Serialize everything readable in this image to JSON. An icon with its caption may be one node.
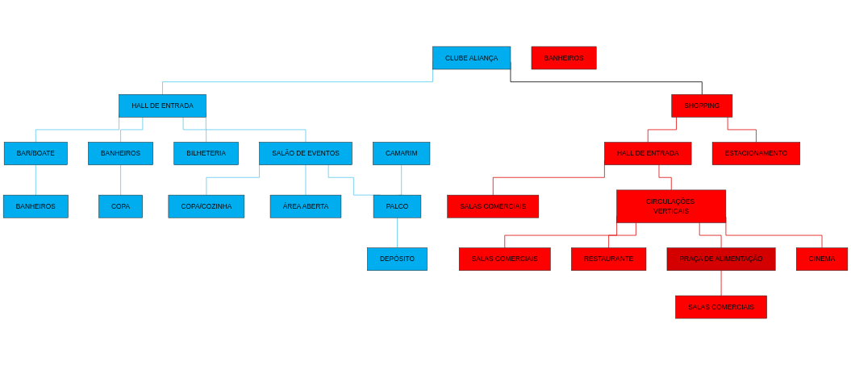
{
  "diagram": {
    "nodes": [
      {
        "text": [
          "CLUBE ALIANÇA"
        ]
      },
      {
        "text": [
          "SHOPPING"
        ]
      },
      {
        "text": [
          "BANHEIROS"
        ]
      },
      {
        "text": [
          "BAR/BOATE"
        ]
      },
      {
        "text": [
          "ESTACIONAMENTO"
        ]
      },
      {
        "text": [
          "COPA"
        ]
      },
      {
        "text": [
          "BANHEIROS"
        ]
      },
      {
        "text": [
          "HALL DE ENTRADA"
        ]
      },
      {
        "text": [
          "BILHETERIA"
        ]
      },
      {
        "text": [
          "SALAS COMERCIAIS"
        ]
      },
      {
        "text": [
          "HALL DE ENTRADA"
        ]
      },
      {
        "text": [
          "BANHEIROS"
        ]
      },
      {
        "text": [
          "COPA/COZINHA"
        ]
      },
      {
        "text": [
          "SALÃO DE EVENTOS"
        ]
      },
      {
        "text": [
          "ÁREA ABERTA"
        ]
      },
      {
        "text": [
          "SALAS COMERCIAIS"
        ]
      },
      {
        "text": [
          "CIRCULAÇÕES VERTICAIS"
        ]
      },
      {
        "text": [
          "RESTAURANTE"
        ]
      },
      {
        "text": [
          "CAMARIM"
        ]
      },
      {
        "text": [
          "PALCO"
        ]
      },
      {
        "text": [
          "DEPÓSITO"
        ]
      },
      {
        "text": [
          "SALAS COMERCIAIS"
        ]
      },
      {
        "text": [
          "PRAÇA DE ALIMENTAÇÃO"
        ]
      },
      {
        "text": [
          "CINEMA"
        ]
      }
    ],
    "edges": [
      {
        "from": 0,
        "to": 7,
        "arrow": "none"
      },
      {
        "from": 0,
        "to": 1,
        "arrow": "none",
        "color": "#000000"
      },
      {
        "from": 3,
        "to": 2,
        "arrow": "none"
      },
      {
        "from": 7,
        "to": 3,
        "arrow": "none"
      },
      {
        "from": 6,
        "to": 5,
        "arrow": "none"
      },
      {
        "from": 7,
        "to": 6,
        "arrow": "none"
      },
      {
        "from": 7,
        "to": 8,
        "arrow": "none"
      },
      {
        "from": 7,
        "to": 13,
        "arrow": "none"
      },
      {
        "from": 13,
        "to": 12,
        "arrow": "none"
      },
      {
        "from": 13,
        "to": 14,
        "arrow": "none"
      },
      {
        "from": 13,
        "to": 19,
        "arrow": "none"
      },
      {
        "from": 18,
        "to": 19,
        "arrow": "none"
      },
      {
        "from": 19,
        "to": 20,
        "arrow": "none"
      },
      {
        "from": 1,
        "to": 10,
        "arrow": "none",
        "color": "#e00000"
      },
      {
        "from": 1,
        "to": 4,
        "arrow": "none",
        "color": "#e00000"
      },
      {
        "from": 10,
        "to": 9,
        "arrow": "none",
        "color": "#e00000"
      },
      {
        "from": 10,
        "to": 16,
        "arrow": "none",
        "color": "#e00000"
      },
      {
        "from": 16,
        "to": 15,
        "arrow": "none",
        "color": "#e00000"
      },
      {
        "from": 16,
        "to": 17,
        "arrow": "none",
        "color": "#e00000"
      },
      {
        "from": 16,
        "to": 22,
        "arrow": "none",
        "color": "#e00000"
      },
      {
        "from": 16,
        "to": 23,
        "arrow": "none",
        "color": "#e00000"
      },
      {
        "from": 22,
        "to": 21,
        "arrow": "none",
        "color": "#e00000"
      }
    ]
  }
}
